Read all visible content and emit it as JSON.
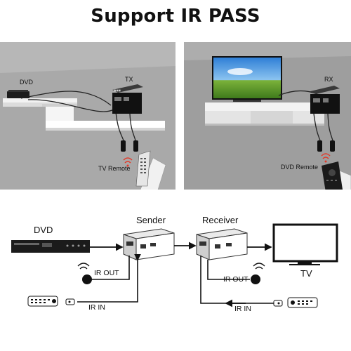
{
  "title": "Support IR PASS",
  "left_scene": {
    "source_label": "DVD",
    "device_label": "TX",
    "remote_label": "TV Remote"
  },
  "right_scene": {
    "device_label": "RX",
    "remote_label": "DVD Remote"
  },
  "diagram": {
    "source": "DVD",
    "sender": "Sender",
    "receiver": "Receiver",
    "display": "TV",
    "sender_ir_out": "IR OUT",
    "sender_ir_in": "IR IN",
    "receiver_ir_out": "IR OUT",
    "receiver_ir_in": "IR IN"
  }
}
